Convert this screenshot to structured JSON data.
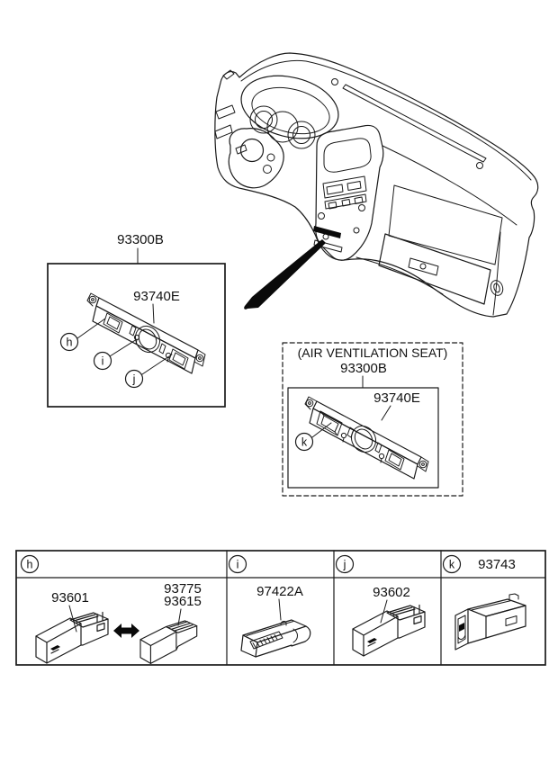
{
  "page": {
    "background": "#ffffff",
    "line_color": "#1a1a1a",
    "arrow_color": "#000000"
  },
  "main_assembly": {
    "part_number": "93300B",
    "bracket_part_number": "93740E",
    "callouts": [
      "h",
      "i",
      "j"
    ]
  },
  "air_ventilation_assembly": {
    "caption": "(AIR VENTILATION SEAT)",
    "part_number": "93300B",
    "bracket_part_number": "93740E",
    "callout": "k"
  },
  "legend_table": {
    "columns": [
      {
        "callout": "h",
        "header_part_number": "",
        "parts": [
          "93601",
          "93775",
          "93615"
        ]
      },
      {
        "callout": "i",
        "header_part_number": "",
        "parts": [
          "97422A"
        ]
      },
      {
        "callout": "j",
        "header_part_number": "",
        "parts": [
          "93602"
        ]
      },
      {
        "callout": "k",
        "header_part_number": "93743",
        "parts": []
      }
    ]
  }
}
